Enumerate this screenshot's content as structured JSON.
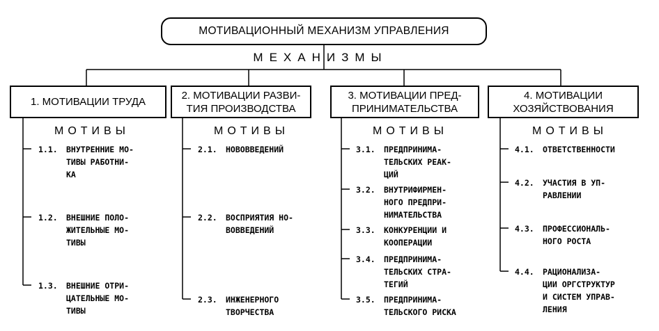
{
  "title": "МОТИВАЦИОННЫЙ МЕХАНИЗМ УПРАВЛЕНИЯ",
  "mechanisms_label": "МЕХАНИЗМЫ",
  "motives_label": "МОТИВЫ",
  "categories": [
    {
      "label": "1. МОТИВАЦИИ ТРУДА",
      "items": [
        {
          "num": "1.1.",
          "text": "ВНУТРЕННИЕ МО-\nТИВЫ РАБОТНИ-\nКА"
        },
        {
          "num": "1.2.",
          "text": "ВНЕШНИЕ ПОЛО-\nЖИТЕЛЬНЫЕ МО-\nТИВЫ"
        },
        {
          "num": "1.3.",
          "text": "ВНЕШНИЕ ОТРИ-\nЦАТЕЛЬНЫЕ МО-\nТИВЫ"
        }
      ]
    },
    {
      "label": "2. МОТИВАЦИИ РАЗВИ-\nТИЯ ПРОИЗВОДСТВА",
      "items": [
        {
          "num": "2.1.",
          "text": "НОВОВВЕДЕНИЙ"
        },
        {
          "num": "2.2.",
          "text": "ВОСПРИЯТИЯ НО-\nВОВВЕДЕНИЙ"
        },
        {
          "num": "2.3.",
          "text": "ИНЖЕНЕРНОГО\nТВОРЧЕСТВА"
        }
      ]
    },
    {
      "label": "3. МОТИВАЦИИ ПРЕД-\nПРИНИМАТЕЛЬСТВА",
      "items": [
        {
          "num": "3.1.",
          "text": "ПРЕДПРИНИМА-\nТЕЛЬСКИХ РЕАК-\nЦИЙ"
        },
        {
          "num": "3.2.",
          "text": "ВНУТРИФИРМЕН-\nНОГО ПРЕДПРИ-\nНИМАТЕЛЬСТВА"
        },
        {
          "num": "3.3.",
          "text": "КОНКУРЕНЦИИ И\nКООПЕРАЦИИ"
        },
        {
          "num": "3.4.",
          "text": "ПРЕДПРИНИМА-\nТЕЛЬСКИХ СТРА-\nТЕГИЙ"
        },
        {
          "num": "3.5.",
          "text": "ПРЕДПРИНИМА-\nТЕЛЬСКОГО РИСКА"
        }
      ]
    },
    {
      "label": "4. МОТИВАЦИИ\nХОЗЯЙСТВОВАНИЯ",
      "items": [
        {
          "num": "4.1.",
          "text": "ОТВЕТСТВЕННОСТИ"
        },
        {
          "num": "4.2.",
          "text": "УЧАСТИЯ В УП-\nРАВЛЕНИИ"
        },
        {
          "num": "4.3.",
          "text": "ПРОФЕССИОНАЛЬ-\nНОГО РОСТА"
        },
        {
          "num": "4.4.",
          "text": "РАЦИОНАЛИЗА-\nЦИИ ОРГСТРУКТУР\nИ СИСТЕМ УПРАВ-\nЛЕНИЯ"
        }
      ]
    }
  ]
}
